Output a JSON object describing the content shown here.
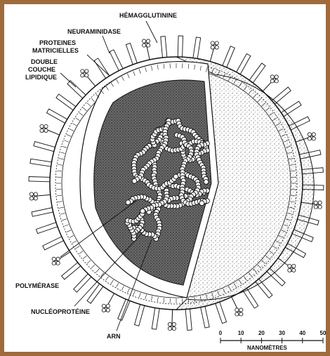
{
  "labels": {
    "hemagglutinine": "HÉMAGGLUTININE",
    "neuraminidase": "NEURAMINIDASE",
    "proteines_line1": "PROTEINES",
    "proteines_line2": "MATRICIELLES",
    "double_line1": "DOUBLE",
    "double_line2": "COUCHE",
    "double_line3": "LIPIDIQUE",
    "polymerase": "POLYMÉRASE",
    "nucleoproteine": "NUCLÉOPROTÉINE",
    "arn": "ARN"
  },
  "scale": {
    "unit_label": "NANOMÈTRES",
    "ticks": [
      "0",
      "10",
      "20",
      "30",
      "40",
      "50"
    ]
  },
  "colors": {
    "frame": "#a06b3c",
    "ink": "#111111"
  }
}
